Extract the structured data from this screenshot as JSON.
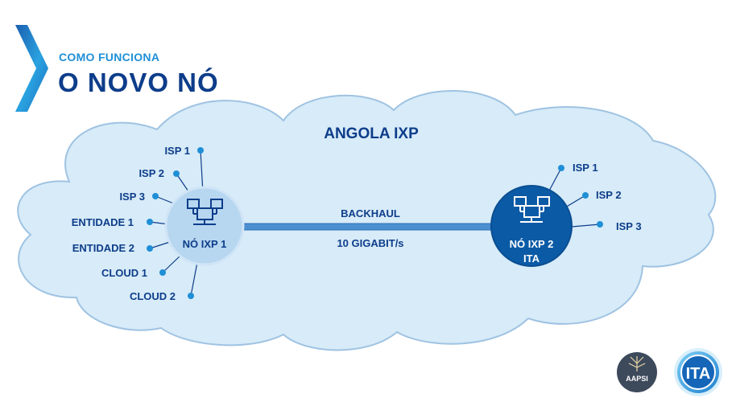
{
  "header": {
    "kicker": "COMO FUNCIONA",
    "title": "O NOVO NÓ"
  },
  "cloud": {
    "label": "ANGOLA IXP"
  },
  "link": {
    "top_label": "BACKHAUL",
    "bottom_label": "10 GIGABIT/s"
  },
  "node1": {
    "label": "NÓ IXP 1",
    "peers": [
      "ISP 1",
      "ISP 2",
      "ISP 3",
      "ENTIDADE 1",
      "ENTIDADE 2",
      "CLOUD 1",
      "CLOUD 2"
    ]
  },
  "node2": {
    "label_line1": "NÓ IXP 2",
    "label_line2": "ITA",
    "peers": [
      "ISP 1",
      "ISP 2",
      "ISP 3"
    ]
  },
  "logos": {
    "left": "AAPSI",
    "right": "ITA"
  },
  "colors": {
    "navy": "#0d3d8a",
    "accent_blue": "#1f8fd6",
    "cloud_fill": "#d7ebf8",
    "cloud_stroke": "#9fc3e2",
    "node1_fill": "#b7d6f0",
    "node2_fill": "#0b5aa6",
    "link": "#4a8fd0"
  }
}
